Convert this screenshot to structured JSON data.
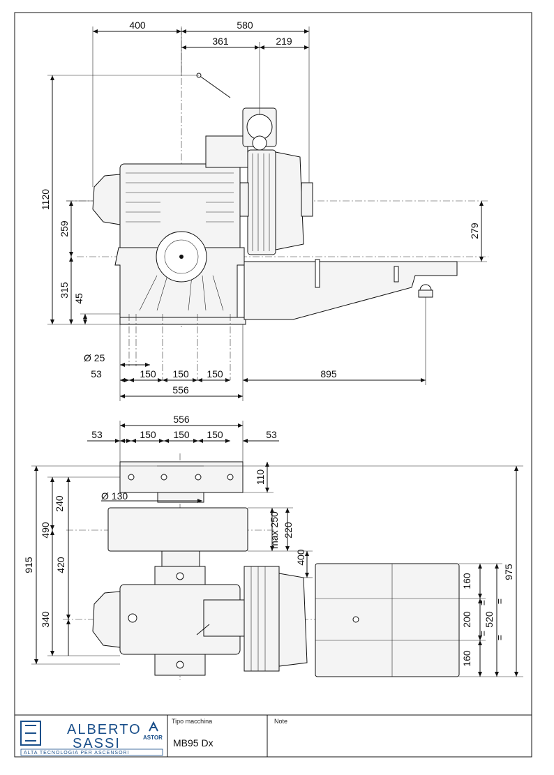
{
  "dimensions": {
    "top_view": {
      "d400": "400",
      "d580": "580",
      "d361": "361",
      "d219": "219",
      "d1120": "1120",
      "d259": "259",
      "d315": "315",
      "d45": "45",
      "d279": "279",
      "d_phi25": "Ø 25",
      "d53": "53",
      "d150a": "150",
      "d150b": "150",
      "d150c": "150",
      "d895": "895",
      "d556": "556"
    },
    "bottom_view": {
      "d556": "556",
      "d53l": "53",
      "d150a": "150",
      "d150b": "150",
      "d150c": "150",
      "d53r": "53",
      "d110": "110",
      "d_phi130": "Ø 130",
      "d240": "240",
      "d490": "490",
      "d420": "420",
      "d915": "915",
      "d340": "340",
      "d_max250": "max 250",
      "d220": "220",
      "d400": "400",
      "d160a": "160",
      "d200": "200",
      "d160b": "160",
      "d520": "520",
      "d975": "975",
      "eq1": "=",
      "eq2": "=",
      "eq3": "=",
      "eq4": "="
    }
  },
  "title_block": {
    "logo_line1": "ALBERTO",
    "logo_line2": "SASSI",
    "logo_tagline": "ALTA TECNOLOGIA PER ASCENSORI",
    "logo_brand": "ASTOR",
    "machine_type_label": "Tipo macchina",
    "machine_type_value": "MB95  Dx",
    "note_label": "Note",
    "note_value": ""
  },
  "colors": {
    "logo": "#1a4f8a",
    "line": "#111111"
  }
}
